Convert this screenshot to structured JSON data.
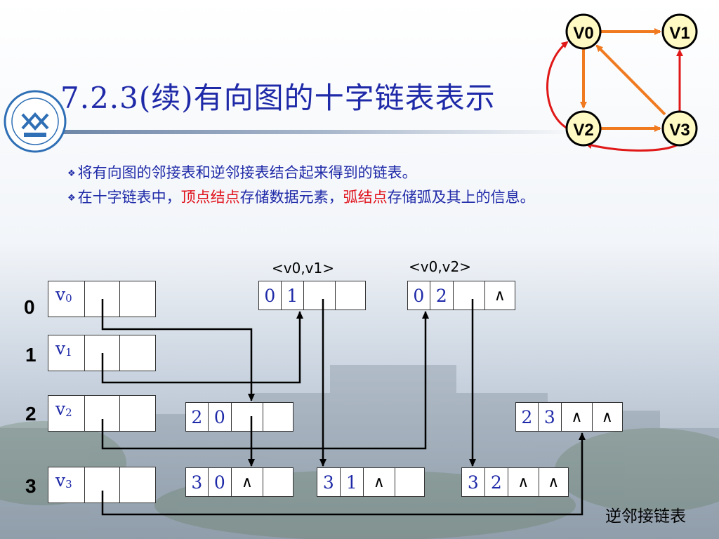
{
  "title": "7.2.3(续)有向图的十字链表表示",
  "bullets": [
    {
      "parts": [
        "将有向图的邻接表和逆邻接表结合起来得到的链表。"
      ]
    },
    {
      "pre": "在十字链表中，",
      "hl1": "顶点结点",
      "mid": "存储数据元素，",
      "hl2": "弧结点",
      "post": "存储弧及其上的信息。"
    }
  ],
  "graph": {
    "nodes": [
      "V0",
      "V1",
      "V2",
      "V3"
    ],
    "edges": [
      [
        "V0",
        "V1"
      ],
      [
        "V0",
        "V2"
      ],
      [
        "V2",
        "V3"
      ],
      [
        "V3",
        "V0"
      ],
      [
        "V3",
        "V1"
      ],
      [
        "V2",
        "V0"
      ],
      [
        "V3",
        "V2"
      ]
    ]
  },
  "vertices": [
    {
      "index": "0",
      "label": "v",
      "sub": "0"
    },
    {
      "index": "1",
      "label": "v",
      "sub": "1"
    },
    {
      "index": "2",
      "label": "v",
      "sub": "2"
    },
    {
      "index": "3",
      "label": "v",
      "sub": "3"
    }
  ],
  "arc_headers": [
    "<v0,v1>",
    "<v0,v2>"
  ],
  "arcs": [
    {
      "tail": "0",
      "head": "1",
      "hlink": "",
      "tlink": ""
    },
    {
      "tail": "0",
      "head": "2",
      "hlink": "",
      "tlink": "∧"
    },
    {
      "tail": "2",
      "head": "0",
      "hlink": "",
      "tlink": ""
    },
    {
      "tail": "2",
      "head": "3",
      "hlink": "∧",
      "tlink": "∧"
    },
    {
      "tail": "3",
      "head": "0",
      "hlink": "∧",
      "tlink": ""
    },
    {
      "tail": "3",
      "head": "1",
      "hlink": "∧",
      "tlink": ""
    },
    {
      "tail": "3",
      "head": "2",
      "hlink": "∧",
      "tlink": "∧"
    }
  ],
  "caption": "逆邻接链表",
  "colors": {
    "title": "#1f2aa8",
    "highlight": "#e0101a",
    "node_fill": "#fff9c4",
    "edge": "#f07a20",
    "edge_red": "#e01818"
  }
}
